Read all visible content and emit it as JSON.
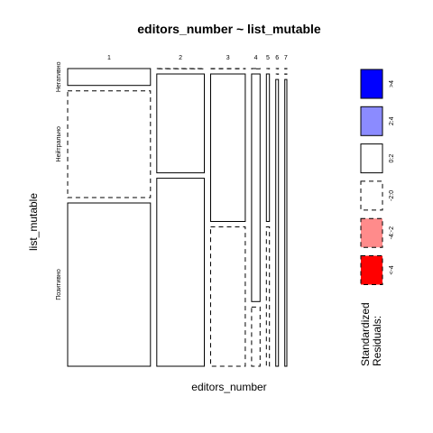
{
  "chart_data": {
    "type": "mosaic",
    "title": "editors_number ~ list_mutable",
    "xlabel": "editors_number",
    "ylabel": "list_mutable",
    "x_categories": [
      "1",
      "2",
      "3",
      "4",
      "5",
      "6",
      "7"
    ],
    "y_categories": [
      "Негативно",
      "Нейтрально",
      "Позитивно"
    ],
    "column_proportions": [
      0.3628,
      0.2083,
      0.1518,
      0.0372,
      0.0134,
      0.0119,
      0.0089
    ],
    "cell_proportions": [
      [
        0.0588,
        0.3719,
        0.5693
      ],
      [
        0.0001,
        0.3446,
        0.6553
      ],
      [
        0.0001,
        0.5142,
        0.4857
      ],
      [
        0.0001,
        0.7935,
        0.2064
      ],
      [
        0.0001,
        0.5142,
        0.4857
      ],
      [
        0.0001,
        0.0002,
        0.9997
      ],
      [
        0.0001,
        0.0002,
        0.9997
      ]
    ],
    "cell_residual_class": [
      [
        "0:2",
        "-2:0",
        "0:2"
      ],
      [
        "-2:0",
        "0:2",
        "0:2"
      ],
      [
        "-2:0",
        "0:2",
        "-2:0"
      ],
      [
        "-2:0",
        "0:2",
        "-2:0"
      ],
      [
        "-2:0",
        "0:2",
        "-2:0"
      ],
      [
        "-2:0",
        "-2:0",
        "0:2"
      ],
      [
        "-2:0",
        "-2:0",
        "0:2"
      ]
    ],
    "legend": {
      "title": "Standardized Residuals:",
      "entries": [
        {
          "label": ">4",
          "fill": "#0000ff",
          "border": "solid"
        },
        {
          "label": "2:4",
          "fill": "#8b8bff",
          "border": "solid"
        },
        {
          "label": "0:2",
          "fill": "#ffffff",
          "border": "solid"
        },
        {
          "label": "-2:0",
          "fill": "#ffffff",
          "border": "dashed"
        },
        {
          "label": "-4:-2",
          "fill": "#ff8b8b",
          "border": "dashed"
        },
        {
          "label": "<-4",
          "fill": "#ff0000",
          "border": "dashed"
        }
      ]
    }
  }
}
